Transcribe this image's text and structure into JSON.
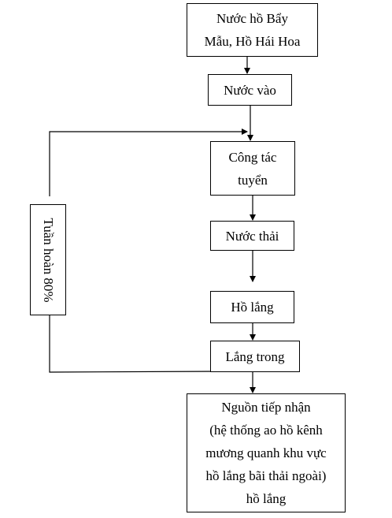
{
  "nodes": {
    "source": {
      "lines": [
        "Nước hồ Bẩy",
        "Mẫu, Hồ Hái Hoa"
      ]
    },
    "inlet": {
      "label": "Nước vào"
    },
    "flotation": {
      "lines": [
        "Công tác",
        "tuyển"
      ]
    },
    "wastewater": {
      "label": "Nước thải"
    },
    "settling_pond": {
      "label": "Hồ lắng"
    },
    "clarifier": {
      "label": "Lắng trong"
    },
    "receiver": {
      "lines": [
        "Nguồn tiếp nhận",
        "(hệ thống ao hồ kênh",
        "mương quanh khu vực",
        "hồ lắng bãi thải ngoài)",
        "hồ lắng"
      ]
    }
  },
  "recirculation": {
    "label": "Tuần hoàn 80%"
  }
}
